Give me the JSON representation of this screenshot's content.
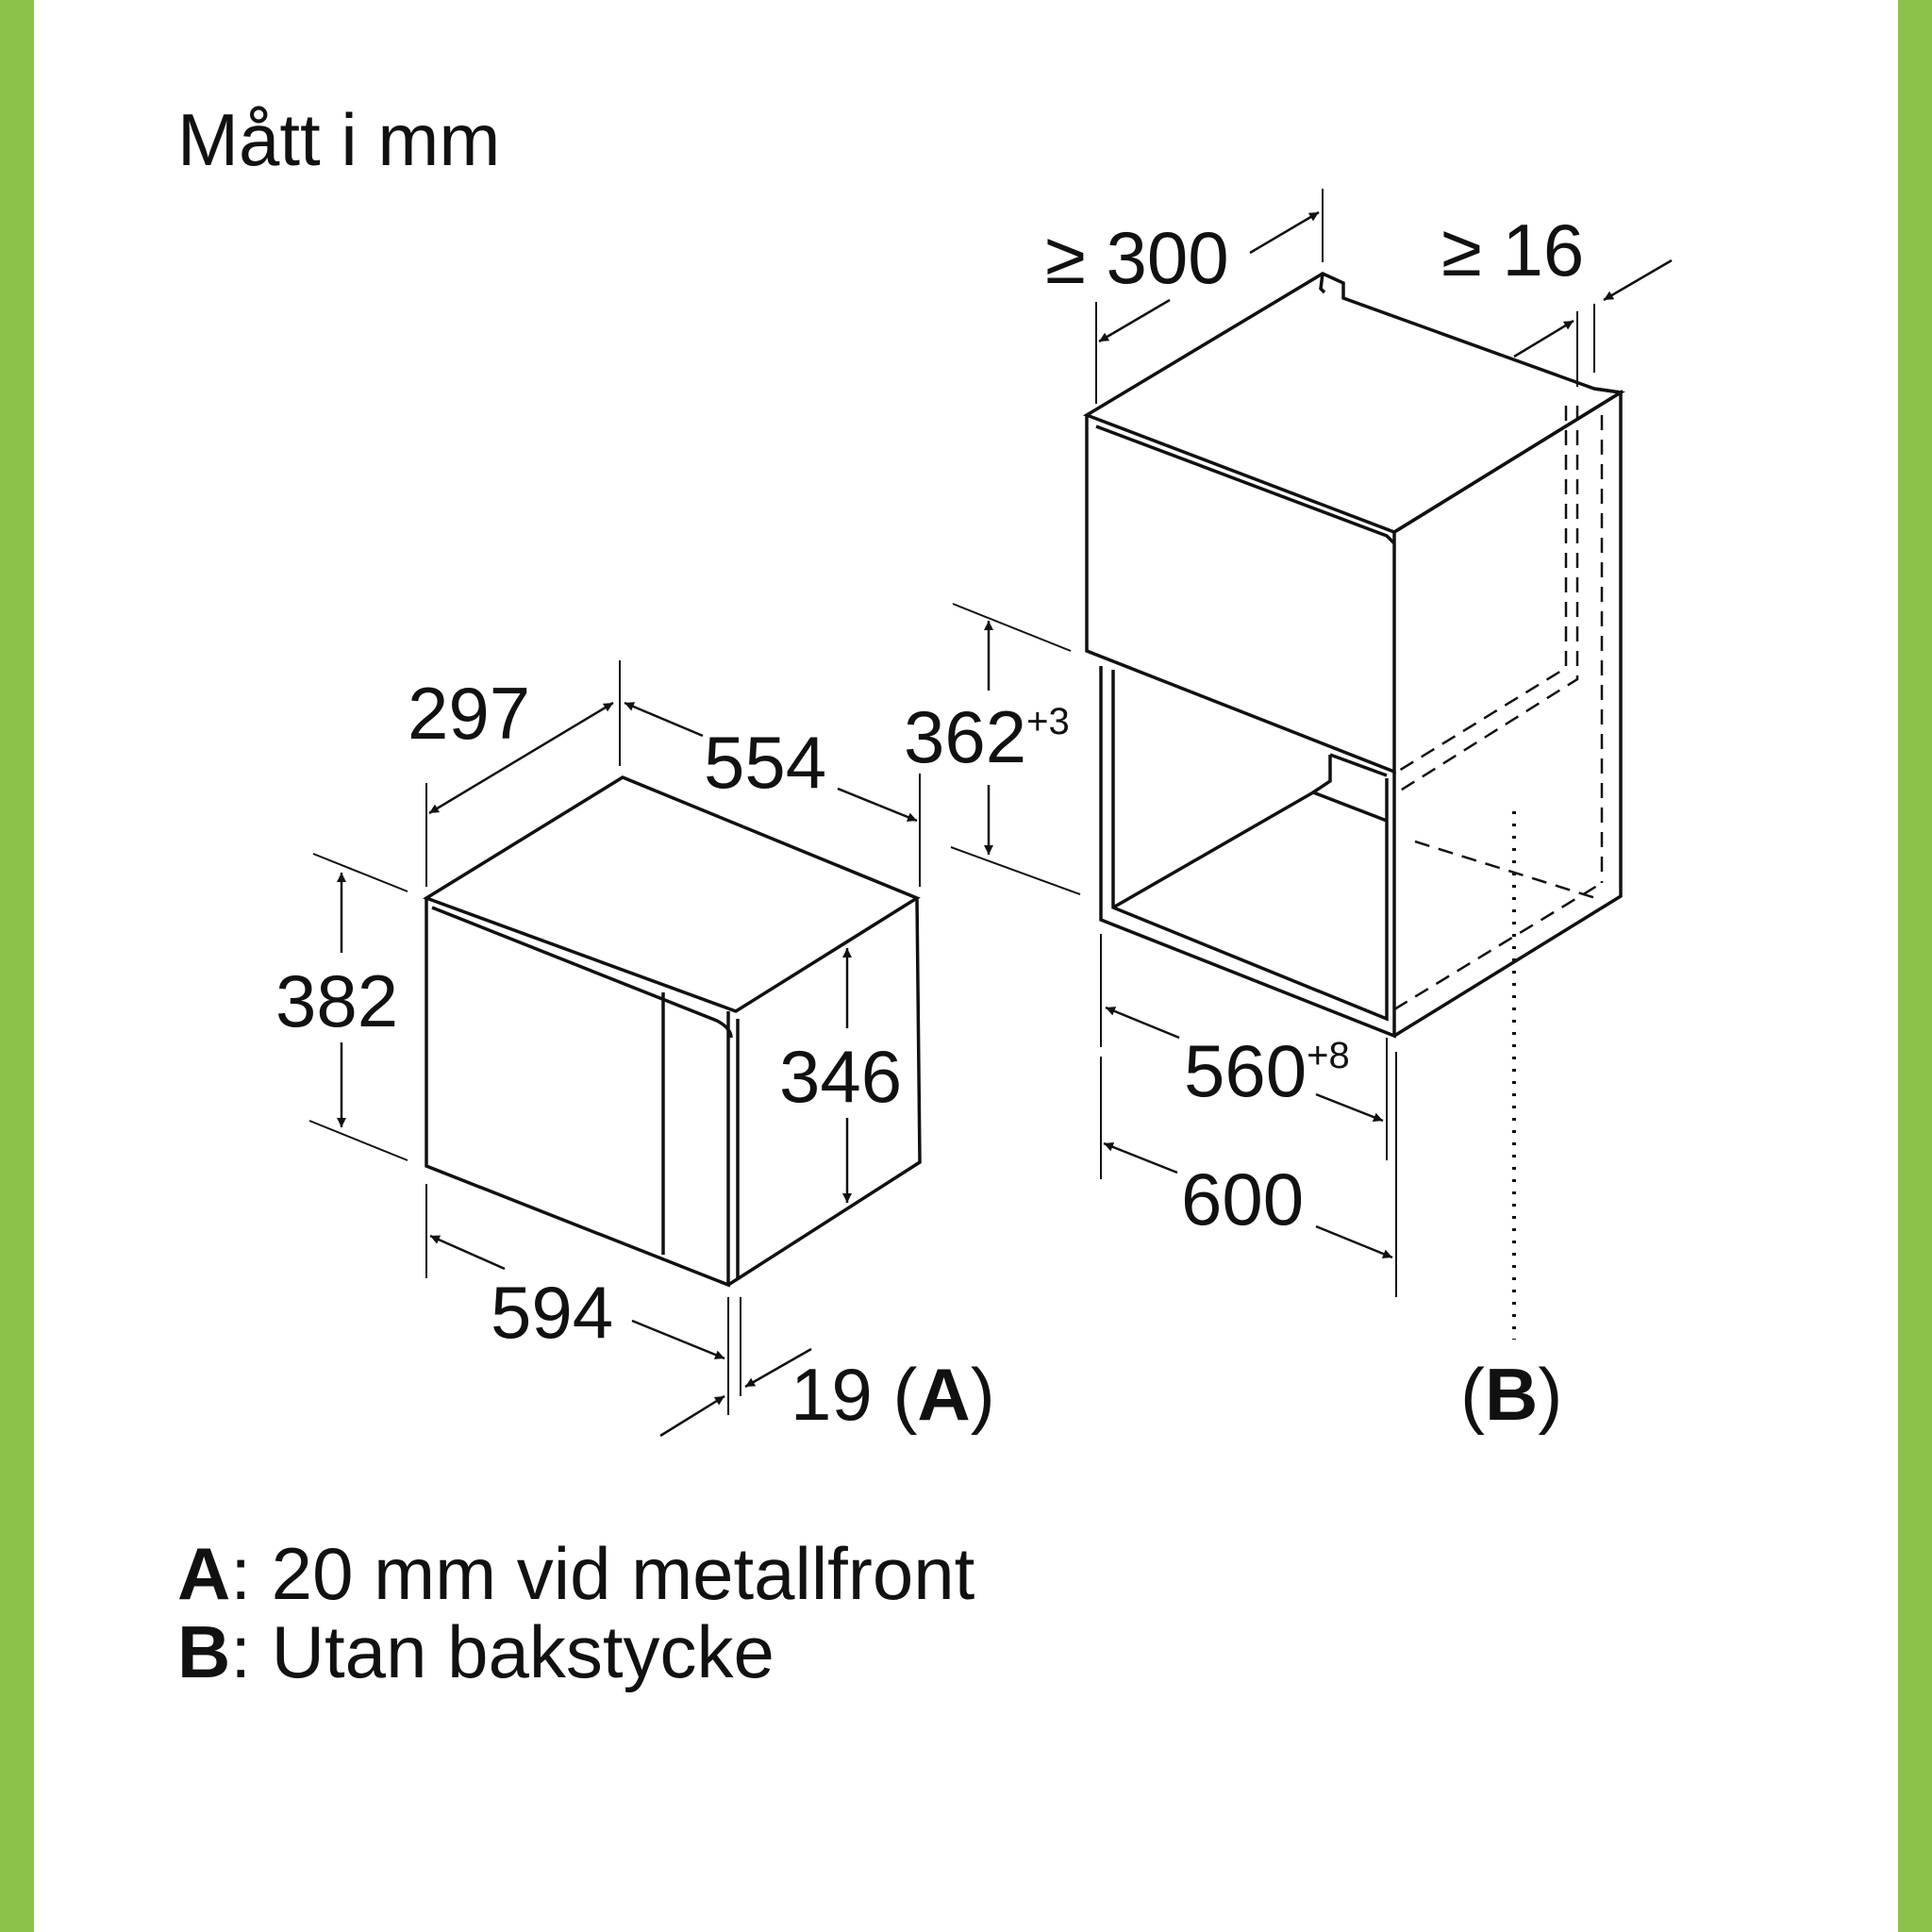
{
  "colors": {
    "border": "#8bc34a",
    "ink": "#111111",
    "background": "#ffffff"
  },
  "title": "Mått i mm",
  "appliance": {
    "depth": "297",
    "width_top": "554",
    "height_outer": "382",
    "height_inner": "346",
    "width_front": "594",
    "front_offset": "19",
    "front_offset_ref_open": "(",
    "front_offset_ref": "A",
    "front_offset_ref_close": ")"
  },
  "cabinet": {
    "min_depth_prefix": "≥",
    "min_depth": "300",
    "min_gap_prefix": "≥",
    "min_gap": "16",
    "niche_height": "362",
    "niche_height_tol": "+3",
    "niche_width": "560",
    "niche_width_tol": "+8",
    "cabinet_width": "600",
    "ref_open": "(",
    "ref": "B",
    "ref_close": ")"
  },
  "notes": [
    {
      "key": "A",
      "text": ": 20 mm vid metallfront"
    },
    {
      "key": "B",
      "text": ": Utan bakstycke"
    }
  ]
}
